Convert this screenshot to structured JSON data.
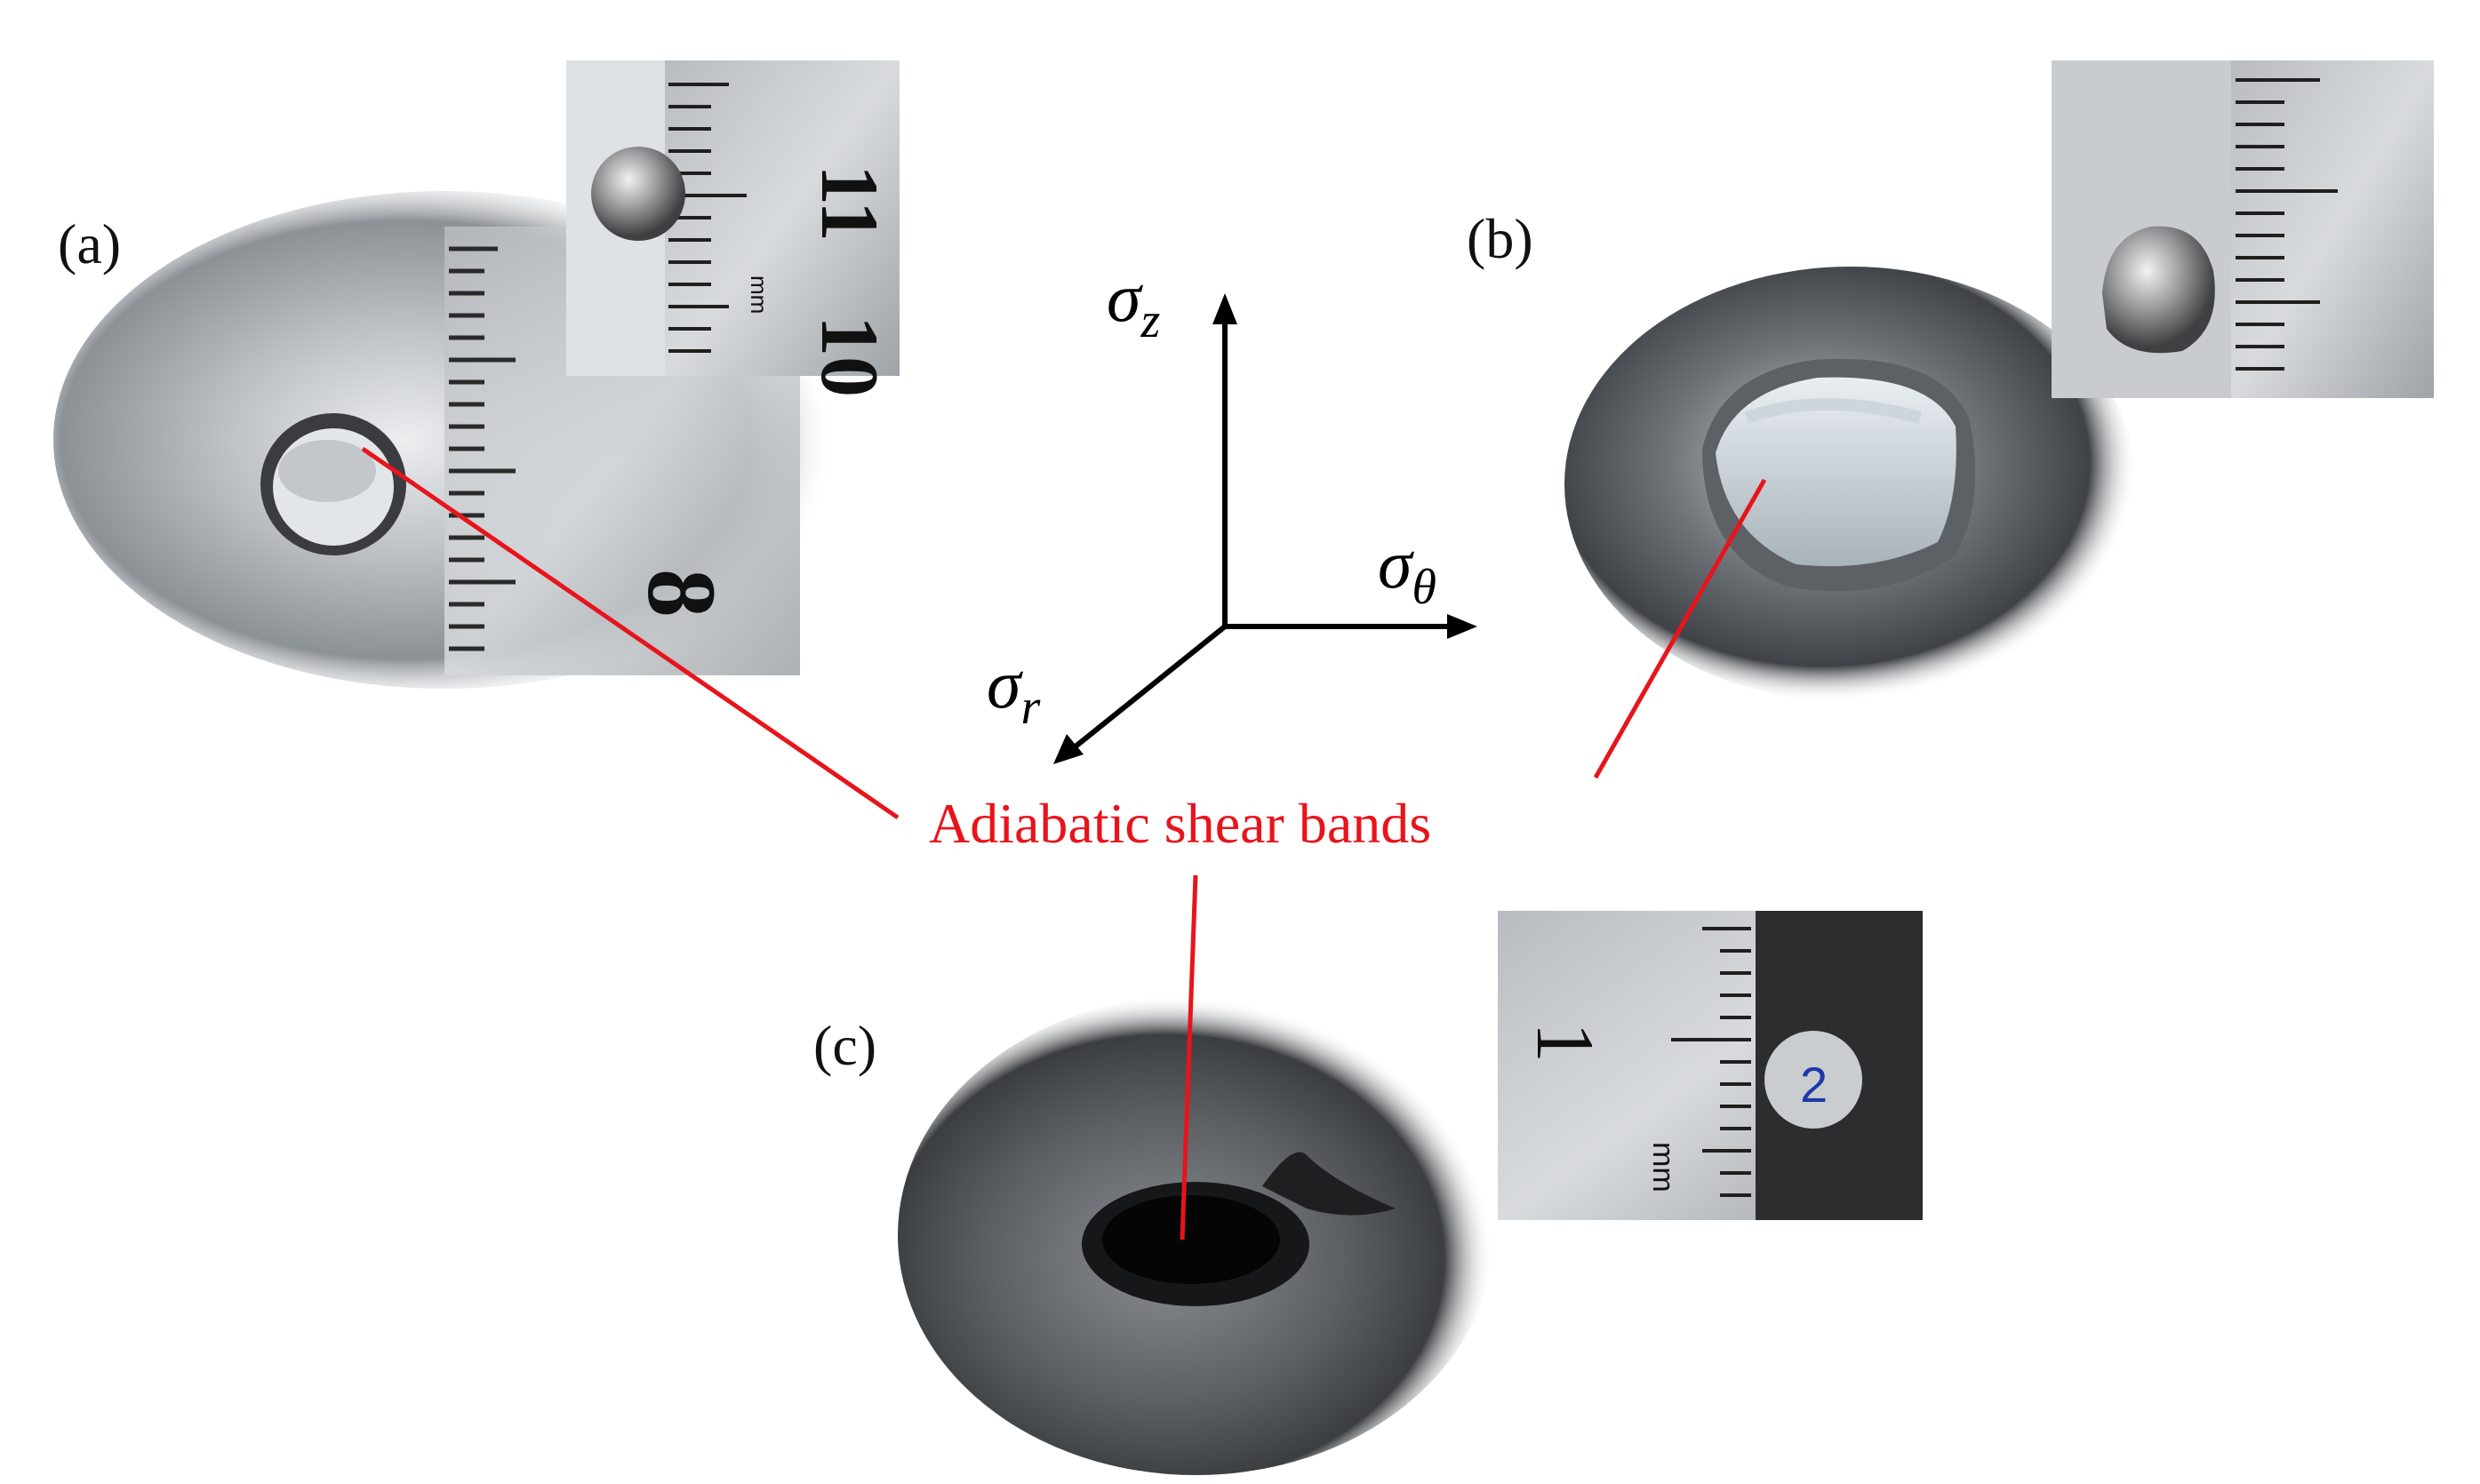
{
  "panels": {
    "a": {
      "label": "(a)",
      "inset_ruler_text": [
        "10",
        "11",
        "mm"
      ],
      "plate_ruler_text": "8"
    },
    "b": {
      "label": "(b)"
    },
    "c": {
      "label": "(c)",
      "inset_ruler_text": [
        "1",
        "mm"
      ],
      "fragment_mark": "2"
    }
  },
  "axes": {
    "z": {
      "symbol": "σ",
      "subscript": "z"
    },
    "theta": {
      "symbol": "σ",
      "subscript": "θ"
    },
    "r": {
      "symbol": "σ",
      "subscript": "r"
    }
  },
  "callout": {
    "text": "Adiabatic shear bands",
    "color": "#e8141b"
  },
  "colors": {
    "metal_light": "#d9dcdf",
    "metal_mid": "#9ea3a8",
    "metal_dark": "#3a3d40",
    "callout_line": "#e8141b"
  }
}
